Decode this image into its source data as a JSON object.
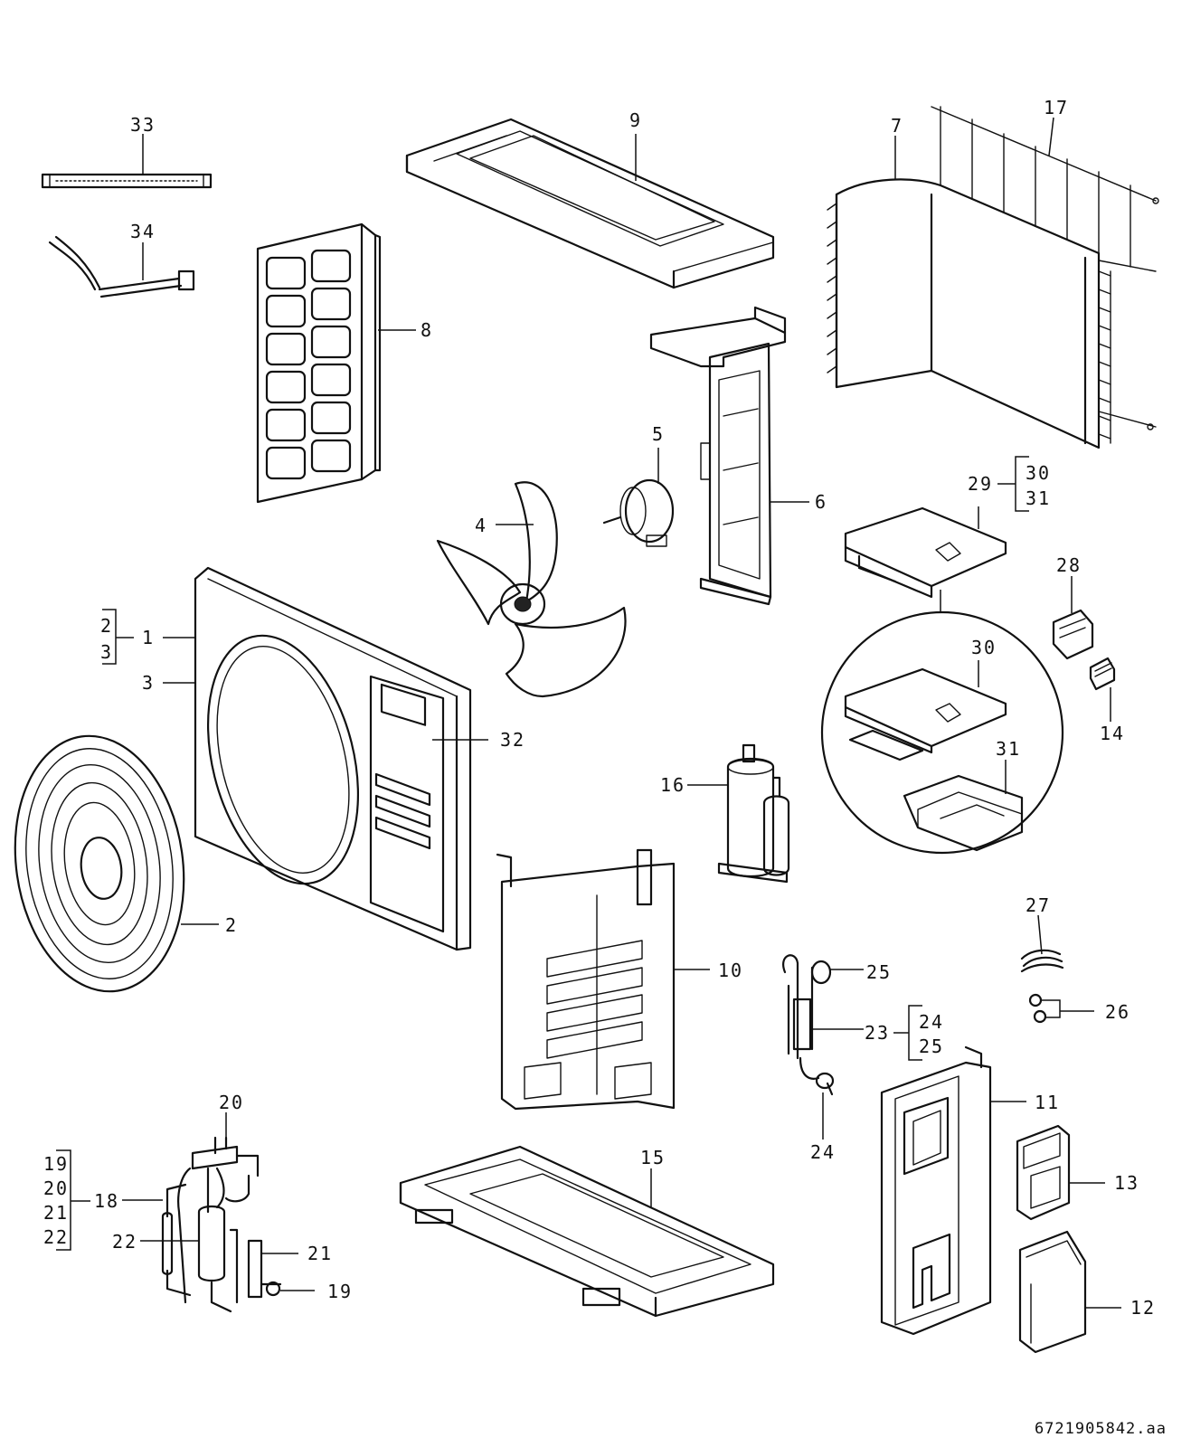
{
  "diagram": {
    "callouts": {
      "c1": "1",
      "c2": "2",
      "c3": "3",
      "c4": "4",
      "c5": "5",
      "c6": "6",
      "c7": "7",
      "c8": "8",
      "c9": "9",
      "c10": "10",
      "c11": "11",
      "c12": "12",
      "c13": "13",
      "c14": "14",
      "c15": "15",
      "c16": "16",
      "c17": "17",
      "c18": "18",
      "c19": "19",
      "c20": "20",
      "c21": "21",
      "c22": "22",
      "c23": "23",
      "c24": "24",
      "c25": "25",
      "c26": "26",
      "c27": "27",
      "c28": "28",
      "c29": "29",
      "c30": "30",
      "c31": "31",
      "c32": "32",
      "c33": "33",
      "c34": "34"
    },
    "groups": {
      "g1": [
        "2",
        "3"
      ],
      "g18": [
        "19",
        "20",
        "21",
        "22"
      ],
      "g23": [
        "24",
        "25"
      ],
      "g29": [
        "30",
        "31"
      ]
    },
    "doc_id": "6721905842.aa"
  }
}
